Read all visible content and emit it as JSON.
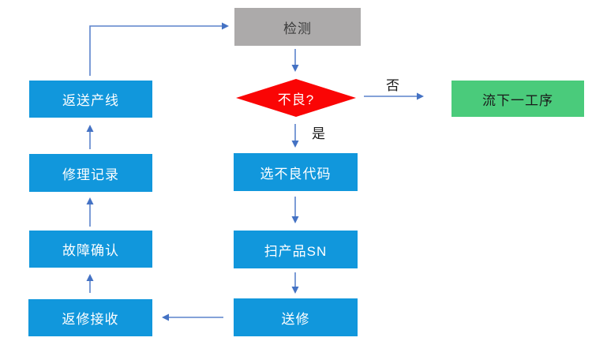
{
  "diagram": {
    "type": "flowchart",
    "nodes": {
      "detection": {
        "label": "检测",
        "shape": "rect",
        "fill": "#ACAAAA"
      },
      "defective": {
        "label": "不良?",
        "shape": "diamond",
        "fill": "#FA0505"
      },
      "next_process": {
        "label": "流下一工序",
        "shape": "rect",
        "fill": "#4ACB7B"
      },
      "select_code": {
        "label": "选不良代码",
        "shape": "rect",
        "fill": "#1197DC"
      },
      "scan_sn": {
        "label": "扫产品SN",
        "shape": "rect",
        "fill": "#1197DC"
      },
      "send_repair": {
        "label": "送修",
        "shape": "rect",
        "fill": "#1197DC"
      },
      "repair_receive": {
        "label": "返修接收",
        "shape": "rect",
        "fill": "#1197DC"
      },
      "fault_confirm": {
        "label": "故障确认",
        "shape": "rect",
        "fill": "#1197DC"
      },
      "repair_record": {
        "label": "修理记录",
        "shape": "rect",
        "fill": "#1197DC"
      },
      "return_line": {
        "label": "返送产线",
        "shape": "rect",
        "fill": "#1197DC"
      }
    },
    "edge_labels": {
      "no": "否",
      "yes": "是"
    },
    "edges": [
      "detection -> defective",
      "defective -(否)-> next_process",
      "defective -(是)-> select_code",
      "select_code -> scan_sn",
      "scan_sn -> send_repair",
      "send_repair -> repair_receive",
      "repair_receive -> fault_confirm",
      "fault_confirm -> repair_record",
      "repair_record -> return_line",
      "return_line -> detection"
    ],
    "colors": {
      "process_blue": "#1197DC",
      "decision_red": "#FA0505",
      "terminal_green": "#4ACB7B",
      "start_gray": "#ACAAAA",
      "arrow_blue": "#4472C4",
      "background": "#ffffff"
    }
  }
}
